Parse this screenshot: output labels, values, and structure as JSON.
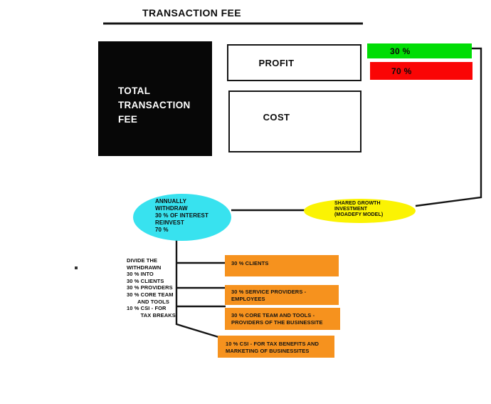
{
  "title": "TRANSACTION FEE",
  "colors": {
    "green": "#00dd05",
    "red": "#fa0505",
    "cyan": "#38e2ef",
    "yellow": "#fbf303",
    "orange": "#f6921e",
    "black_box": "#070707"
  },
  "flow": {
    "total_fee_label": "TOTAL\nTRANSACTION\nFEE",
    "profit_label": "PROFIT",
    "cost_label": "COST",
    "profit_share": "30 %",
    "cost_share": "70 %",
    "withdraw_node": "ANNUALLY\nWITHDRAW\n30 % OF INTEREST\nREINVEST\n70 %",
    "shared_growth_node": "SHARED GROWTH\nINVESTMENT\n(MOADEFY MODEL)",
    "breakdown_note": "DIVIDE THE\nWITHDRAWN\n30 % INTO\n30 % CLIENTS\n30 % PROVIDERS\n30 % CORE TEAM\n       AND TOOLS\n10 % CSI - FOR\n         TAX BREAKS",
    "allocations": [
      {
        "label": "30 % CLIENTS"
      },
      {
        "label": "30 % SERVICE PROVIDERS -\nEMPLOYEES"
      },
      {
        "label": "30 % CORE TEAM AND TOOLS -\nPROVIDERS OF THE BUSINESSITE"
      },
      {
        "label": "10 % CSI - FOR TAX BENEFITS AND\nMARKETING OF BUSINESSITES"
      }
    ]
  }
}
